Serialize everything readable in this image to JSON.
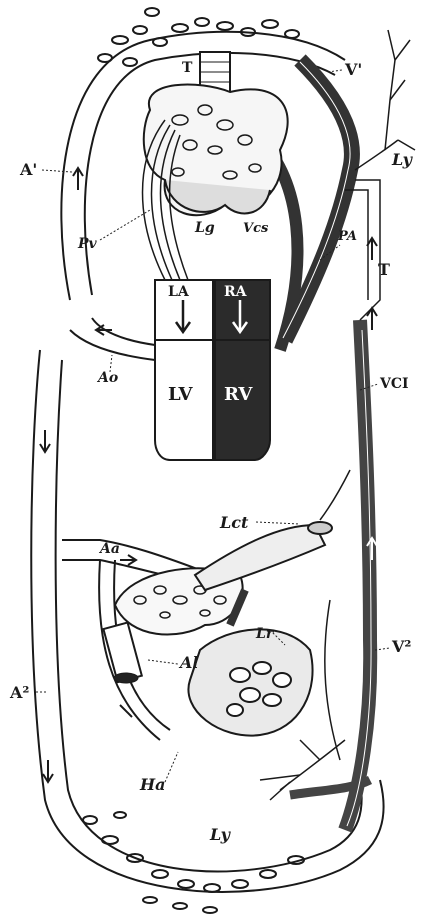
{
  "labels": {
    "T_trachea": "T",
    "V1": "V'",
    "A1": "A'",
    "Ly_top": "Ly",
    "Pv": "Pv",
    "Lg": "Lg",
    "Vcs": "Vcs",
    "PA": "PA",
    "T_thoracic": "T",
    "LA": "LA",
    "RA": "RA",
    "Ao": "Ao",
    "LV": "LV",
    "RV": "RV",
    "VCI": "VCI",
    "Lct": "Lct",
    "Aa": "Aa",
    "Lr": "Lr",
    "Al": "Al",
    "A2": "A²",
    "V2": "V²",
    "Ha": "Ha",
    "Ly_bottom": "Ly"
  },
  "colors": {
    "ink": "#1a1a1a",
    "venous": "#2a2a2a",
    "arterial": "#ffffff"
  }
}
